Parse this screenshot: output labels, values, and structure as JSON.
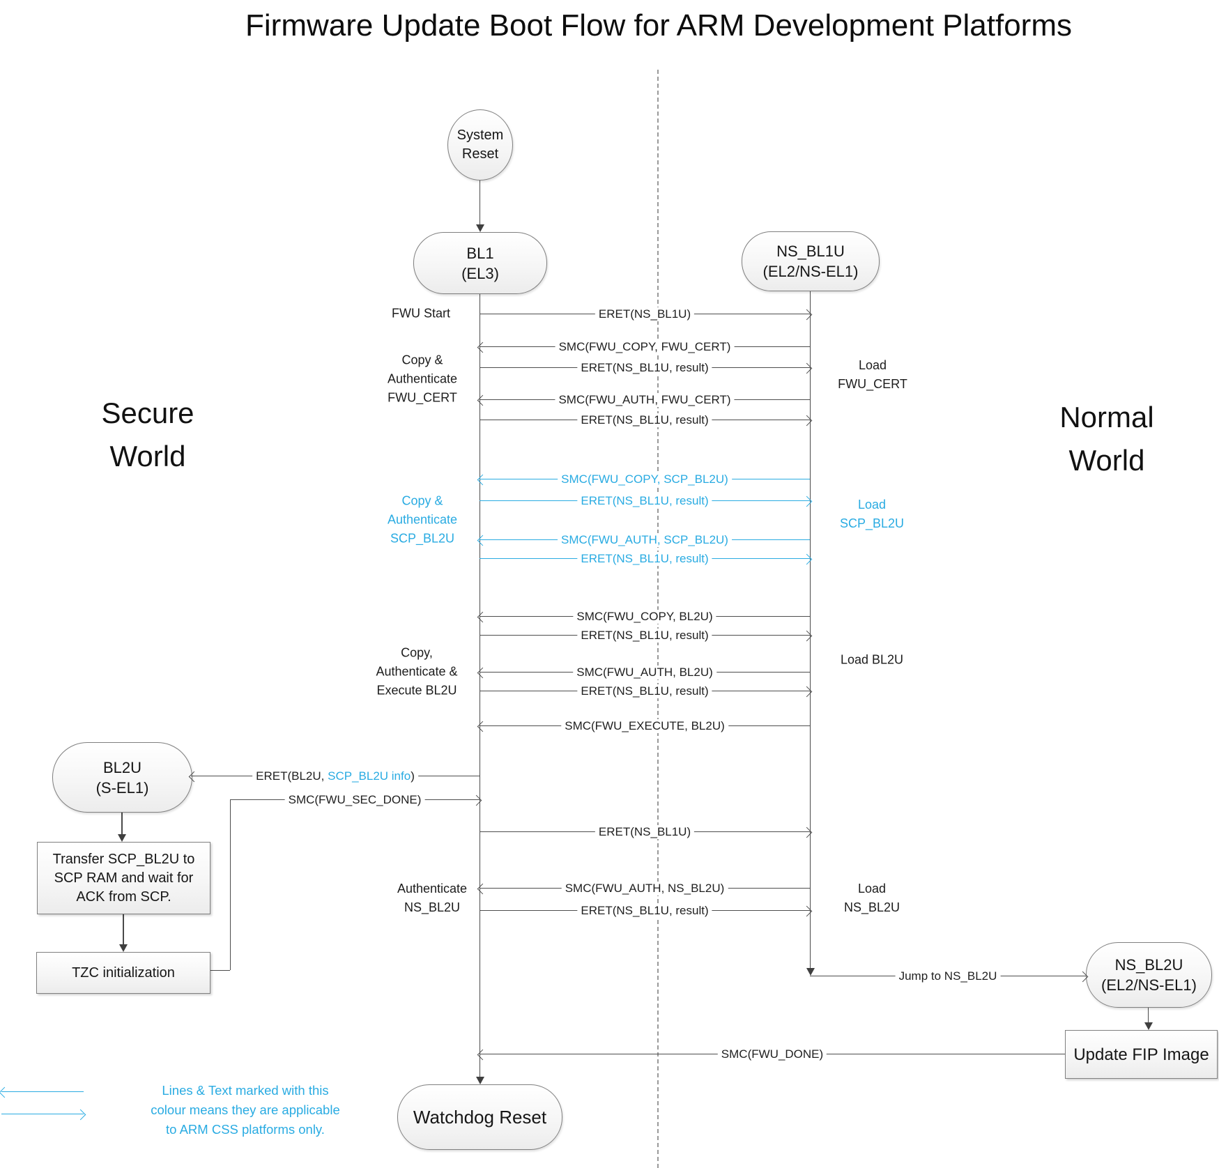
{
  "title": "Firmware Update Boot Flow for ARM Development Platforms",
  "colors": {
    "accent_blue": "#29abe2",
    "line_gray": "#4d4d4d",
    "text_black": "#1f1f1f"
  },
  "worlds": {
    "secure": "Secure\nWorld",
    "normal": "Normal\nWorld"
  },
  "nodes": {
    "system_reset": "System\nReset",
    "bl1": "BL1\n(EL3)",
    "ns_bl1u": "NS_BL1U\n(EL2/NS-EL1)",
    "bl2u": "BL2U\n(S-EL1)",
    "ns_bl2u": "NS_BL2U\n(EL2/NS-EL1)",
    "watchdog_reset": "Watchdog Reset",
    "transfer_scp": "Transfer SCP_BL2U to\nSCP RAM and wait for\nACK from SCP.",
    "tzc_init": "TZC initialization",
    "update_fip": "Update FIP Image"
  },
  "messages": {
    "m1": {
      "label": "ERET(NS_BL1U)"
    },
    "m2": {
      "label": "SMC(FWU_COPY, FWU_CERT)"
    },
    "m3": {
      "label": "ERET(NS_BL1U, result)"
    },
    "m4": {
      "label": "SMC(FWU_AUTH, FWU_CERT)"
    },
    "m5": {
      "label": "ERET(NS_BL1U, result)"
    },
    "m6": {
      "label": "SMC(FWU_COPY, SCP_BL2U)"
    },
    "m7": {
      "label": "ERET(NS_BL1U, result)"
    },
    "m8": {
      "label": "SMC(FWU_AUTH, SCP_BL2U)"
    },
    "m9": {
      "label": "ERET(NS_BL1U, result)"
    },
    "m10": {
      "label": "SMC(FWU_COPY, BL2U)"
    },
    "m11": {
      "label": "ERET(NS_BL1U, result)"
    },
    "m12": {
      "label": "SMC(FWU_AUTH, BL2U)"
    },
    "m13": {
      "label": "ERET(NS_BL1U, result)"
    },
    "m14": {
      "label": "SMC(FWU_EXECUTE, BL2U)"
    },
    "m15": {
      "pre": "ERET(BL2U, ",
      "blue": "SCP_BL2U info",
      "post": ")"
    },
    "m16": {
      "label": "SMC(FWU_SEC_DONE)"
    },
    "m17": {
      "label": "ERET(NS_BL1U)"
    },
    "m18": {
      "label": "SMC(FWU_AUTH, NS_BL2U)"
    },
    "m19": {
      "label": "ERET(NS_BL1U, result)"
    },
    "m20": {
      "label": "Jump to NS_BL2U"
    },
    "m21": {
      "label": "SMC(FWU_DONE)"
    }
  },
  "activities": {
    "fwu_start": "FWU Start",
    "copy_auth_fwu_cert": "Copy &\nAuthenticate\nFWU_CERT",
    "load_fwu_cert": "Load\nFWU_CERT",
    "copy_auth_scp_bl2u": "Copy &\nAuthenticate\nSCP_BL2U",
    "load_scp_bl2u": "Load\nSCP_BL2U",
    "copy_auth_exec_bl2u": "Copy,\nAuthenticate &\nExecute BL2U",
    "load_bl2u": "Load BL2U",
    "auth_ns_bl2u": "Authenticate\nNS_BL2U",
    "load_ns_bl2u": "Load\nNS_BL2U"
  },
  "legend": {
    "note": "Lines & Text marked with this\ncolour means they are applicable\nto ARM CSS platforms only."
  }
}
